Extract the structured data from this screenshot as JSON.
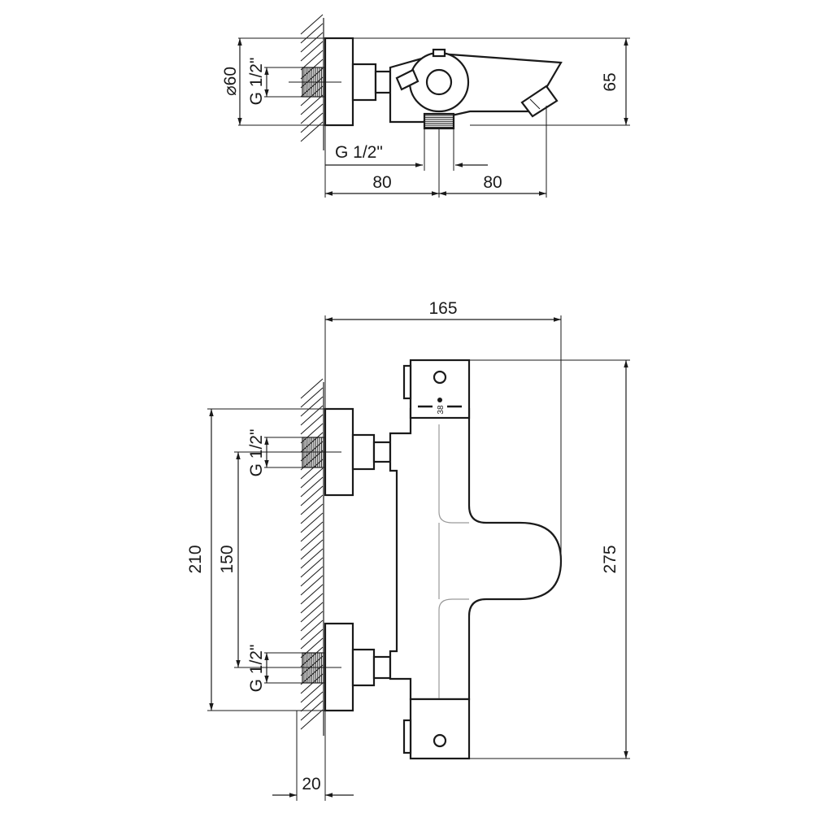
{
  "top_view": {
    "diameter_label": "⌀60",
    "inlet_thread_label": "G 1/2\"",
    "outlet_thread_label": "G 1/2\"",
    "height_label": "65",
    "offset_left_label": "80",
    "offset_right_label": "80"
  },
  "front_view": {
    "width_label": "165",
    "height_label": "275",
    "inlet_spacing_outer_label": "210",
    "inlet_spacing_label": "150",
    "upper_thread_label": "G 1/2\"",
    "lower_thread_label": "G 1/2\"",
    "wall_projection_label": "20",
    "temperature_mark": "38"
  },
  "colors": {
    "line": "#1a1a1a",
    "hidden_line": "#9a9a9a",
    "background": "#ffffff"
  }
}
